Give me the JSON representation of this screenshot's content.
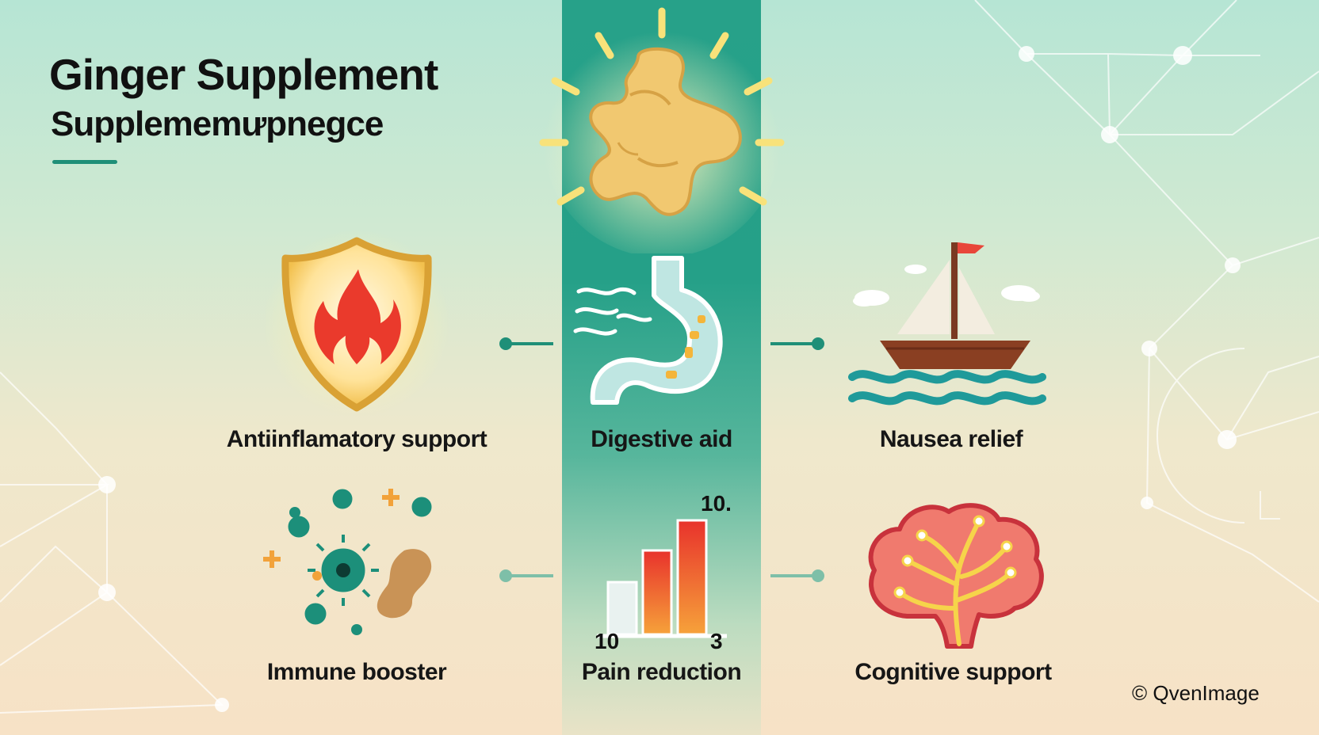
{
  "header": {
    "title": "Ginger Supplement",
    "subtitle": "Supplememưpnegce"
  },
  "benefits": [
    {
      "label": "Antiinflamatory support",
      "icon": "shield-flame-icon"
    },
    {
      "label": "Digestive aid",
      "icon": "stomach-icon"
    },
    {
      "label": "Nausea relief",
      "icon": "sailboat-icon"
    },
    {
      "label": "Immune booster",
      "icon": "virus-ginger-icon"
    },
    {
      "label": "Pain reduction",
      "icon": "bar-chart-icon"
    },
    {
      "label": "Cognitive support",
      "icon": "brain-icon"
    }
  ],
  "pain_chart": {
    "top_label": "10.",
    "left_label": "10",
    "right_label": "3"
  },
  "credit": "© QvenImage",
  "colors": {
    "accent": "#1f8f78",
    "center_strip": "#27a189",
    "ginger": "#f0c86a",
    "flame": "#e8332b"
  }
}
